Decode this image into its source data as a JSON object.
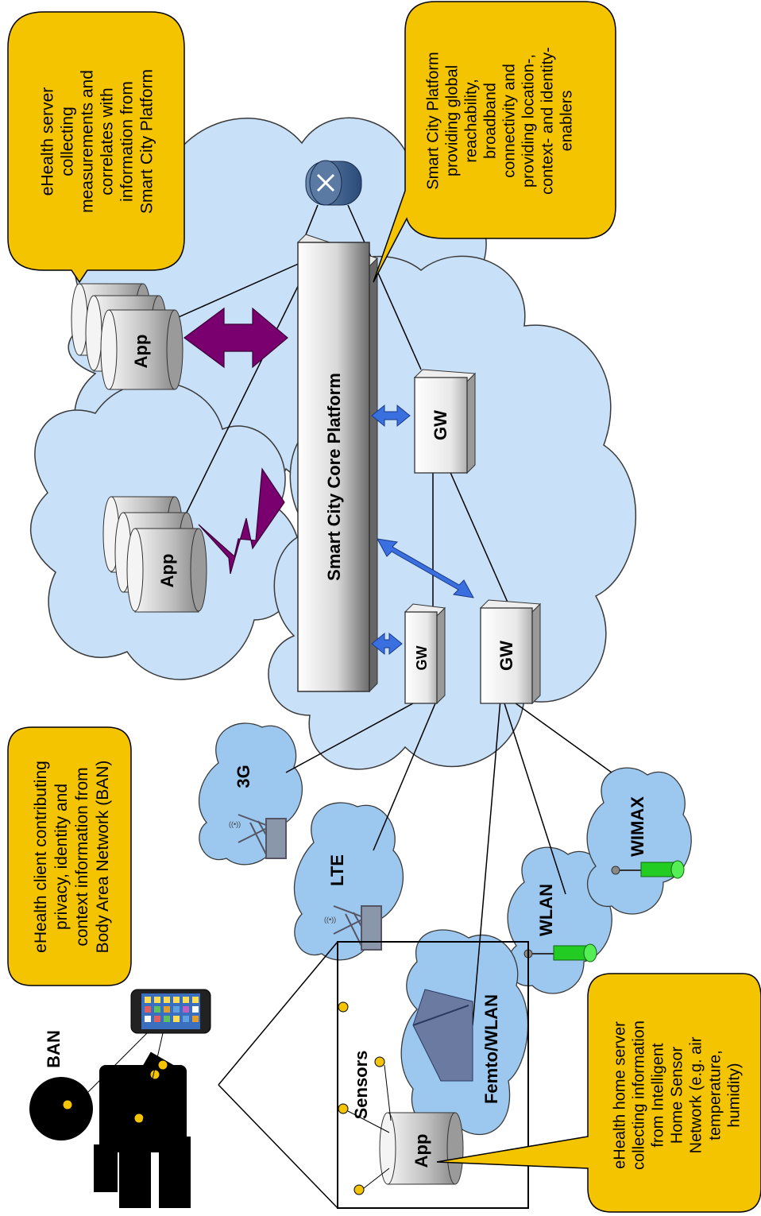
{
  "callouts": {
    "ehealth_server": [
      "eHealth server",
      "collecting",
      "measurements and",
      "correlates with",
      "information from",
      "Smart City Platform"
    ],
    "smart_city_platform": [
      "Smart City Platform",
      "providing global",
      "reachability,",
      "broadband",
      "connectivity and",
      "providing location-,",
      "context- and identity-",
      "enablers"
    ],
    "ehealth_client": [
      "eHealth client contributing",
      "privacy, identity and",
      "context information from",
      "Body Area Network (BAN)"
    ],
    "ehealth_home": [
      "eHealth home server",
      "collecting information",
      "from Intelligent",
      "Home Sensor",
      "Network (e.g. air",
      "temperature,",
      "humidity)"
    ]
  },
  "core_platform": "Smart City Core Platform",
  "gateways": [
    "GW",
    "GW",
    "GW"
  ],
  "apps": [
    "App",
    "App",
    "App"
  ],
  "access_networks": [
    "3G",
    "LTE",
    "WLAN",
    "WIMAX"
  ],
  "home": {
    "sensors_label": "Sensors",
    "femto_label": "Femto/WLAN",
    "app_label": "App"
  },
  "ban_label": "BAN",
  "colors": {
    "callout_fill": "#f5c400",
    "cloud_fill": "#c8e0f8",
    "small_cloud_fill": "#9cc8f0",
    "purple_arrow": "#7a0070",
    "blue_arrow": "#3a6fe0",
    "green_antenna": "#22cc22"
  }
}
